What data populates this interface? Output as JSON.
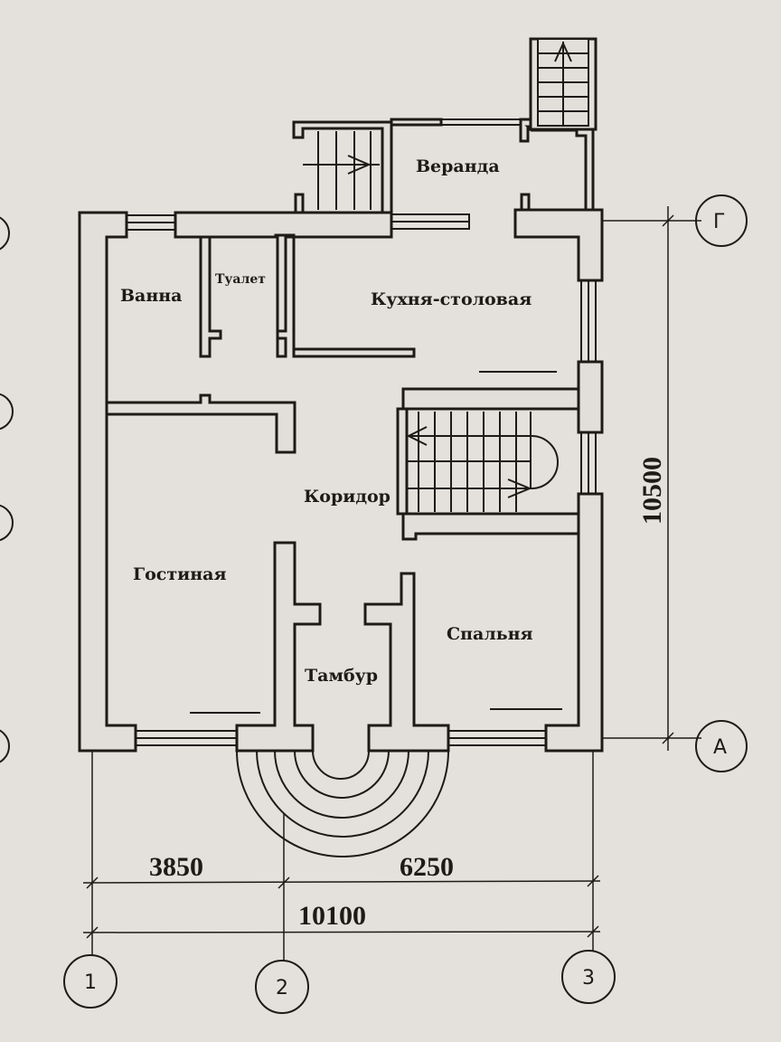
{
  "title": "Floor plan",
  "colors": {
    "paper": "#e4e1dc",
    "ink": "#1e1a17"
  },
  "rooms": {
    "veranda": "Веранда",
    "bath": "Ванна",
    "toilet": "Туалет",
    "kitchen": "Кухня-столовая",
    "corridor": "Коридор",
    "living": "Гостиная",
    "vestibule": "Тамбур",
    "bedroom": "Спальня"
  },
  "dimensions": {
    "span_1_2": "3850",
    "span_2_3": "6250",
    "total_width": "10100",
    "total_height": "10500"
  },
  "axes": {
    "vertical": [
      "1",
      "2",
      "3"
    ],
    "horizontal": [
      "Г",
      "А"
    ]
  }
}
